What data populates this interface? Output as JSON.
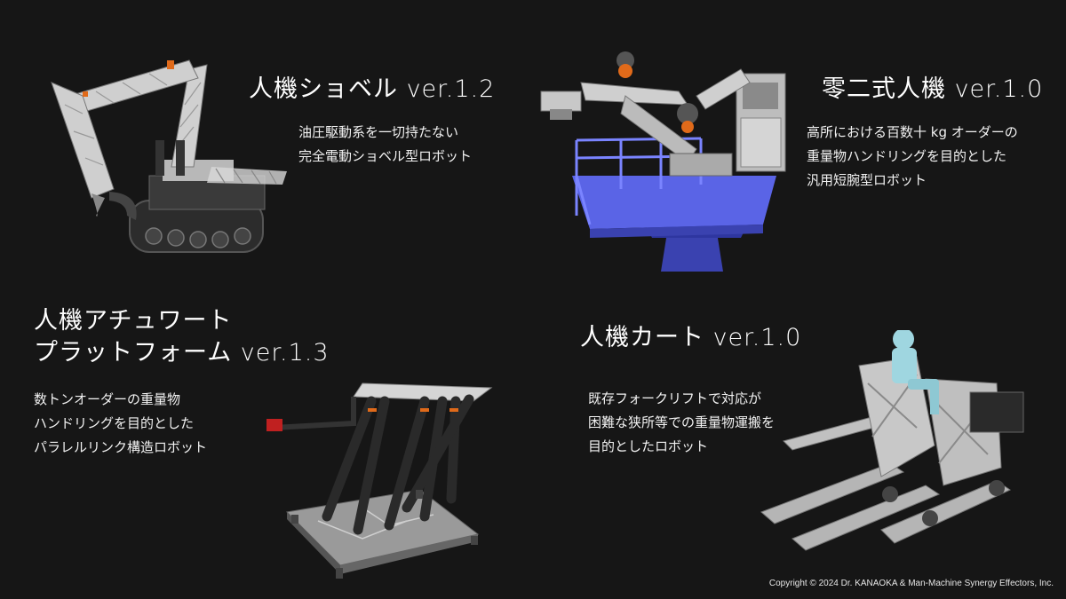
{
  "products": [
    {
      "title": "人機ショベル ver.1.2",
      "description": [
        "油圧駆動系を一切持たない",
        "完全電動ショベル型ロボット"
      ]
    },
    {
      "title": "零二式人機 ver.1.0",
      "description": [
        "高所における百数十 kg オーダーの",
        "重量物ハンドリングを目的とした",
        "汎用短腕型ロボット"
      ]
    },
    {
      "title_lines": [
        "人機アチュワート",
        "プラットフォーム ver.1.3"
      ],
      "description": [
        "数トンオーダーの重量物",
        "ハンドリングを目的とした",
        "パラレルリンク構造ロボット"
      ]
    },
    {
      "title": "人機カート ver.1.0",
      "description": [
        "既存フォークリフトで対応が",
        "困難な狭所等での重量物運搬を",
        "目的としたロボット"
      ]
    }
  ],
  "copyright": "Copyright © 2024 Dr. KANAOKA & Man-Machine Synergy Effectors, Inc.",
  "colors": {
    "background": "#161616",
    "text": "#ffffff",
    "lift_platform": "#5a64e6",
    "robot_gray": "#c8c8c8",
    "accent_orange": "#e06a1a"
  }
}
